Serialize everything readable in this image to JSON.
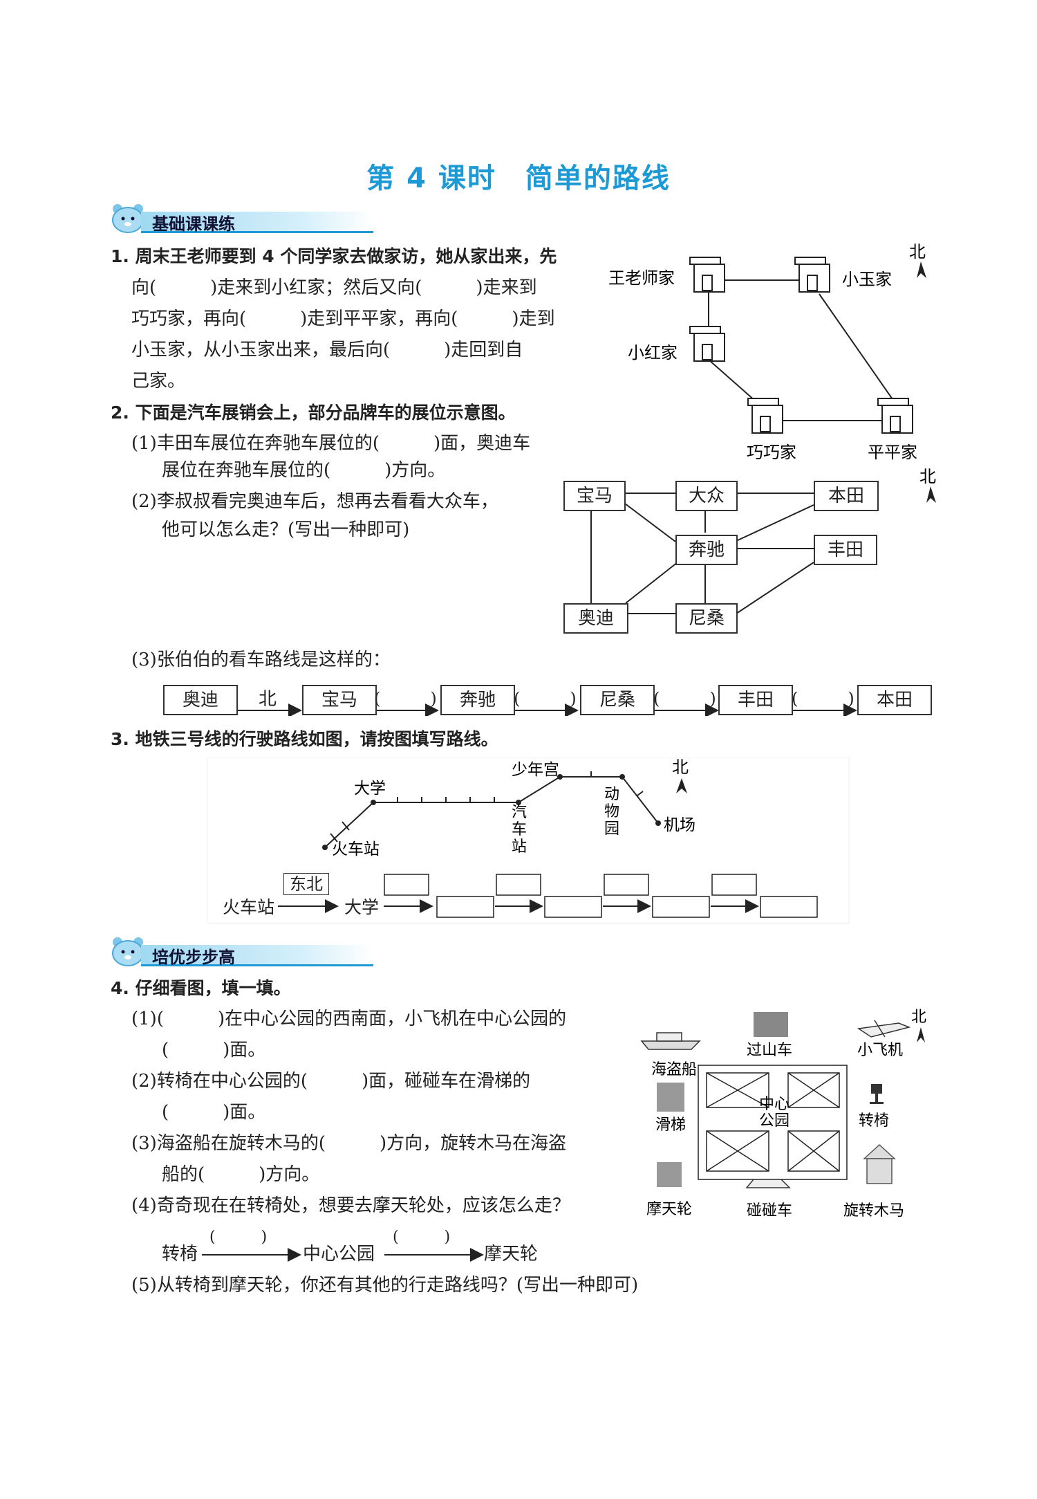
{
  "title": "第 4 课时　简单的路线",
  "section1": "基础课课练",
  "section2": "培优步步高",
  "north": "北",
  "q1": {
    "lines": [
      "1. 周末王老师要到 4 个同学家去做家访，她从家出来，先",
      "向(　　　)走来到小红家；然后又向(　　　)走来到",
      "巧巧家，再向(　　　)走到平平家，再向(　　　)走到",
      "小玉家，从小玉家出来，最后向(　　　)走回到自",
      "己家。"
    ],
    "houses": {
      "wang": "王老师家",
      "yu": "小玉家",
      "hong": "小红家",
      "qiao": "巧巧家",
      "ping": "平平家"
    }
  },
  "q2": {
    "head": "2. 下面是汽车展销会上，部分品牌车的展位示意图。",
    "s1a": "(1)丰田车展位在奔驰车展位的(　　　)面，奥迪车",
    "s1b": "展位在奔驰车展位的(　　　)方向。",
    "s2a": "(2)李叔叔看完奥迪车后，想再去看看大众车，",
    "s2b": "他可以怎么走？(写出一种即可)",
    "s3": "(3)张伯伯的看车路线是这样的：",
    "brands": {
      "bmw": "宝马",
      "vw": "大众",
      "honda": "本田",
      "benz": "奔驰",
      "toyota": "丰田",
      "audi": "奥迪",
      "nissan": "尼桑"
    },
    "route": [
      "奥迪",
      "宝马",
      "奔驰",
      "尼桑",
      "丰田",
      "本田"
    ],
    "route_first_dir": "北",
    "paren": "(　　　)"
  },
  "q3": {
    "head": "3. 地铁三号线的行驶路线如图，请按图填写路线。",
    "stations": {
      "univ": "大学",
      "youth": "少年宫",
      "train": "火车站",
      "bus": "汽车站",
      "zoo": "动物园",
      "airport": "机场"
    },
    "chain_start": "火车站",
    "chain_second": "大学",
    "first_dir": "东北"
  },
  "q4": {
    "head": "4. 仔细看图，填一填。",
    "s1a": "(1)(　　　)在中心公园的西南面，小飞机在中心公园的",
    "s1b": "(　　　)面。",
    "s2a": "(2)转椅在中心公园的(　　　)面，碰碰车在滑梯的",
    "s2b": "(　　　)面。",
    "s3a": "(3)海盗船在旋转木马的(　　　)方向，旋转木马在海盗",
    "s3b": "船的(　　　)方向。",
    "s4": "(4)奇奇现在在转椅处，想要去摩天轮处，应该怎么走？",
    "r_start": "转椅",
    "r_mid": "中心公园",
    "r_end": "摩天轮",
    "r_paren": "(　　　)",
    "s5": "(5)从转椅到摩天轮，你还有其他的行走路线吗？(写出一种即可)",
    "park": {
      "pirate": "海盗船",
      "coaster": "过山车",
      "plane": "小飞机",
      "slide": "滑梯",
      "center1": "中心",
      "center2": "公园",
      "swivel": "转椅",
      "ferris": "摩天轮",
      "bumper": "碰碰车",
      "carousel": "旋转木马"
    }
  }
}
